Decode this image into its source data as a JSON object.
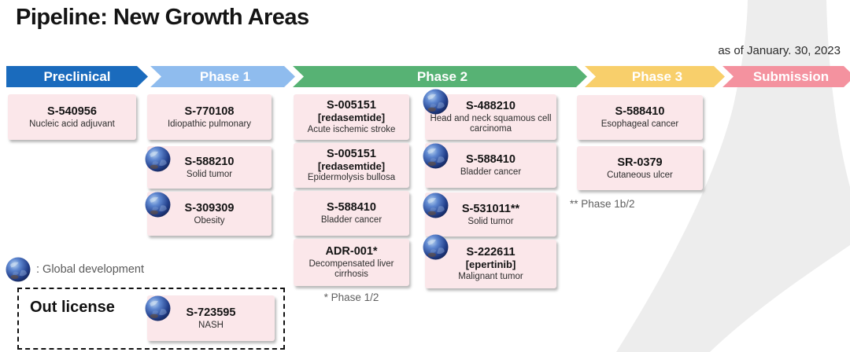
{
  "title": "Pipeline: New Growth Areas",
  "date_note": "as of January. 30, 2023",
  "colors": {
    "preclinical": "#1a6bbd",
    "phase1": "#8fbcee",
    "phase2": "#57b274",
    "phase3": "#f8cf6b",
    "submission": "#f4929f",
    "box_pink": "#fbe7ea",
    "swoosh_gray": "#ededed"
  },
  "phases": [
    {
      "label": "Preclinical",
      "color": "#1a6bbd"
    },
    {
      "label": "Phase 1",
      "color": "#8fbcee"
    },
    {
      "label": "Phase 2",
      "color": "#57b274"
    },
    {
      "label": "Phase 3",
      "color": "#f8cf6b"
    },
    {
      "label": "Submission",
      "color": "#f4929f"
    }
  ],
  "columns": {
    "preclinical": {
      "items": [
        {
          "code": "S-540956",
          "indication": "Nucleic acid adjuvant"
        }
      ]
    },
    "phase1": {
      "items": [
        {
          "code": "S-770108",
          "indication": "Idiopathic pulmonary"
        },
        {
          "code": "S-588210",
          "indication": "Solid tumor",
          "global": true
        },
        {
          "code": "S-309309",
          "indication": "Obesity",
          "global": true
        }
      ]
    },
    "phase2a": {
      "items": [
        {
          "code": "S-005151",
          "brand": "[redasemtide]",
          "indication": "Acute ischemic stroke"
        },
        {
          "code": "S-005151",
          "brand": "[redasemtide]",
          "indication": "Epidermolysis bullosa"
        },
        {
          "code": "S-588410",
          "indication": "Bladder cancer"
        },
        {
          "code": "ADR-001*",
          "indication": "Decompensated liver cirrhosis"
        }
      ],
      "footnote": "* Phase 1/2"
    },
    "phase2b": {
      "items": [
        {
          "code": "S-488210",
          "indication": "Head and neck squamous cell carcinoma",
          "global": true
        },
        {
          "code": "S-588410",
          "indication": "Bladder cancer",
          "global": true
        },
        {
          "code": "S-531011**",
          "indication": "Solid tumor",
          "global": true
        },
        {
          "code": "S-222611",
          "brand": "[epertinib]",
          "indication": "Malignant tumor",
          "global": true
        }
      ]
    },
    "phase3": {
      "items": [
        {
          "code": "S-588410",
          "indication": "Esophageal cancer"
        },
        {
          "code": "SR-0379",
          "indication": "Cutaneous ulcer"
        }
      ],
      "footnote": "** Phase 1b/2"
    }
  },
  "legend": {
    "globe_icon": "globe-icon",
    "label": ": Global development"
  },
  "out_license": {
    "title": "Out license",
    "item": {
      "code": "S-723595",
      "indication": "NASH",
      "global": true
    }
  }
}
